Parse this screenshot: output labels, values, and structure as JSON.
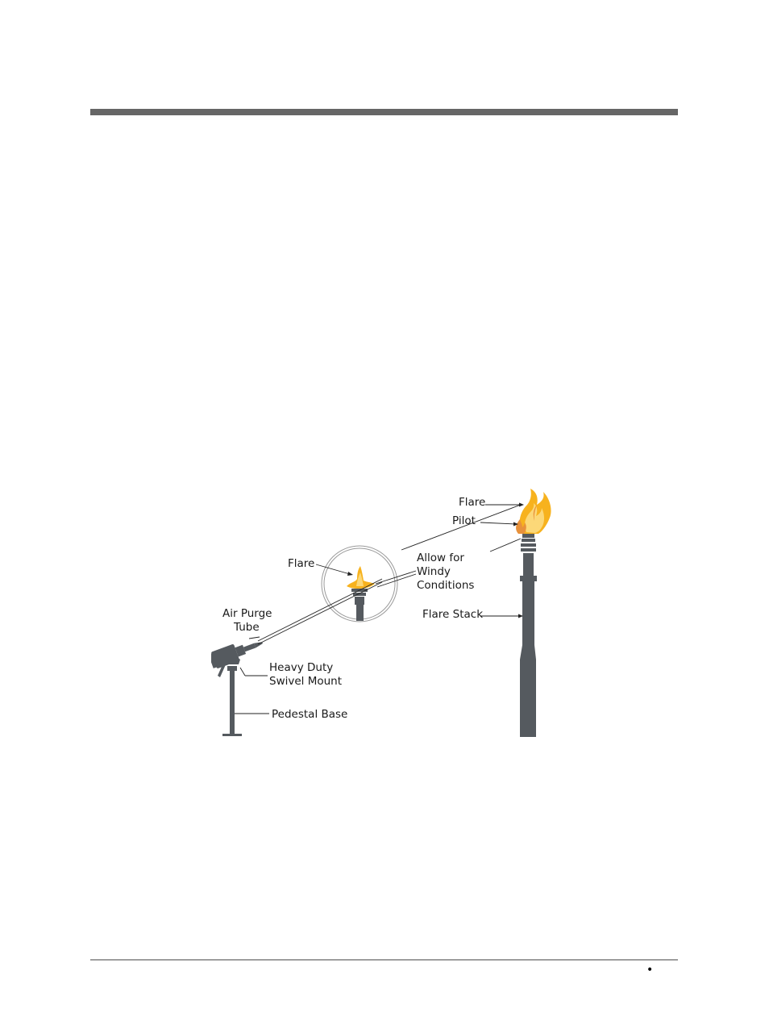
{
  "page": {
    "background": "#ffffff",
    "header_rule_color": "#666666",
    "footer_rule_color": "#4d4d4d",
    "footer_bullet": "•"
  },
  "figure": {
    "labels": {
      "flare_stack_flare": "Flare",
      "pilot": "Pilot",
      "allow_for_line1": "Allow for",
      "allow_for_line2": "Windy",
      "allow_for_line3": "Conditions",
      "detail_flare": "Flare",
      "flare_stack": "Flare Stack",
      "air_purge_line1": "Air Purge",
      "air_purge_line2": "Tube",
      "swivel_line1": "Heavy Duty",
      "swivel_line2": "Swivel Mount",
      "pedestal_base": "Pedestal Base"
    },
    "colors": {
      "equipment": "#555a5f",
      "equipment_dark": "#40444a",
      "flame_outer": "#f7b21e",
      "flame_inner": "#fcd878",
      "pilot_flame": "#e8913b",
      "leader_lines": "#222222",
      "detail_circle": "#9a9a9a"
    }
  }
}
